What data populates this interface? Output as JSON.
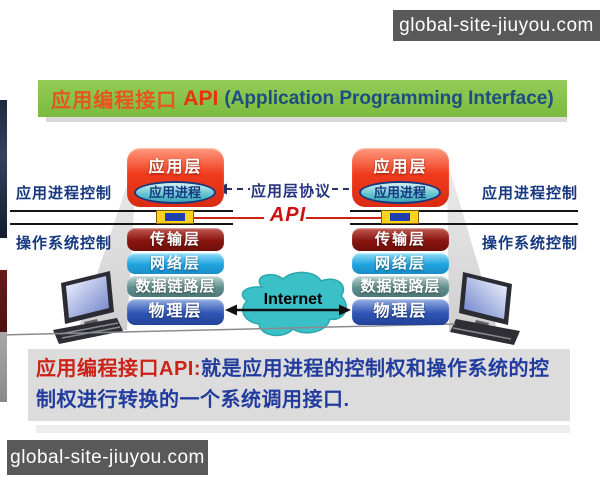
{
  "watermark": {
    "site": "global-site-jiuyou.com"
  },
  "title": {
    "cn": "应用编程接口",
    "api": "API",
    "en": "(Application Programming Interface)"
  },
  "side_labels": {
    "top": "应用进程控制",
    "bottom": "操作系统控制"
  },
  "middle": {
    "protocol": "应用层协议",
    "api": "API",
    "internet": "Internet"
  },
  "stack_layers": {
    "application": "应用层",
    "process": "应用进程",
    "transport": "传输层",
    "network": "网络层",
    "datalink": "数据链路层",
    "physical": "物理层"
  },
  "note": {
    "lead": "应用编程接口API:",
    "body": "就是应用进程的控制权和操作系统的控制权进行转换的一个系统调用接口."
  },
  "colors": {
    "banner_bg": "#595959",
    "title_bg": "#7cba3f",
    "title_cn": "#e8551c",
    "title_en": "#1c4e80",
    "api_red": "#cc1111",
    "app_layer_red": "#e8321a",
    "transport_maroon": "#8a1410",
    "network_cyan": "#1fa3e0",
    "datalink_teal": "#5f8f8d",
    "physical_blue": "#2f55b4",
    "cloud_teal": "#3ac0c6",
    "note_bg": "#dcdcdc",
    "note_red": "#cc2218",
    "note_blue": "#223c9e"
  }
}
